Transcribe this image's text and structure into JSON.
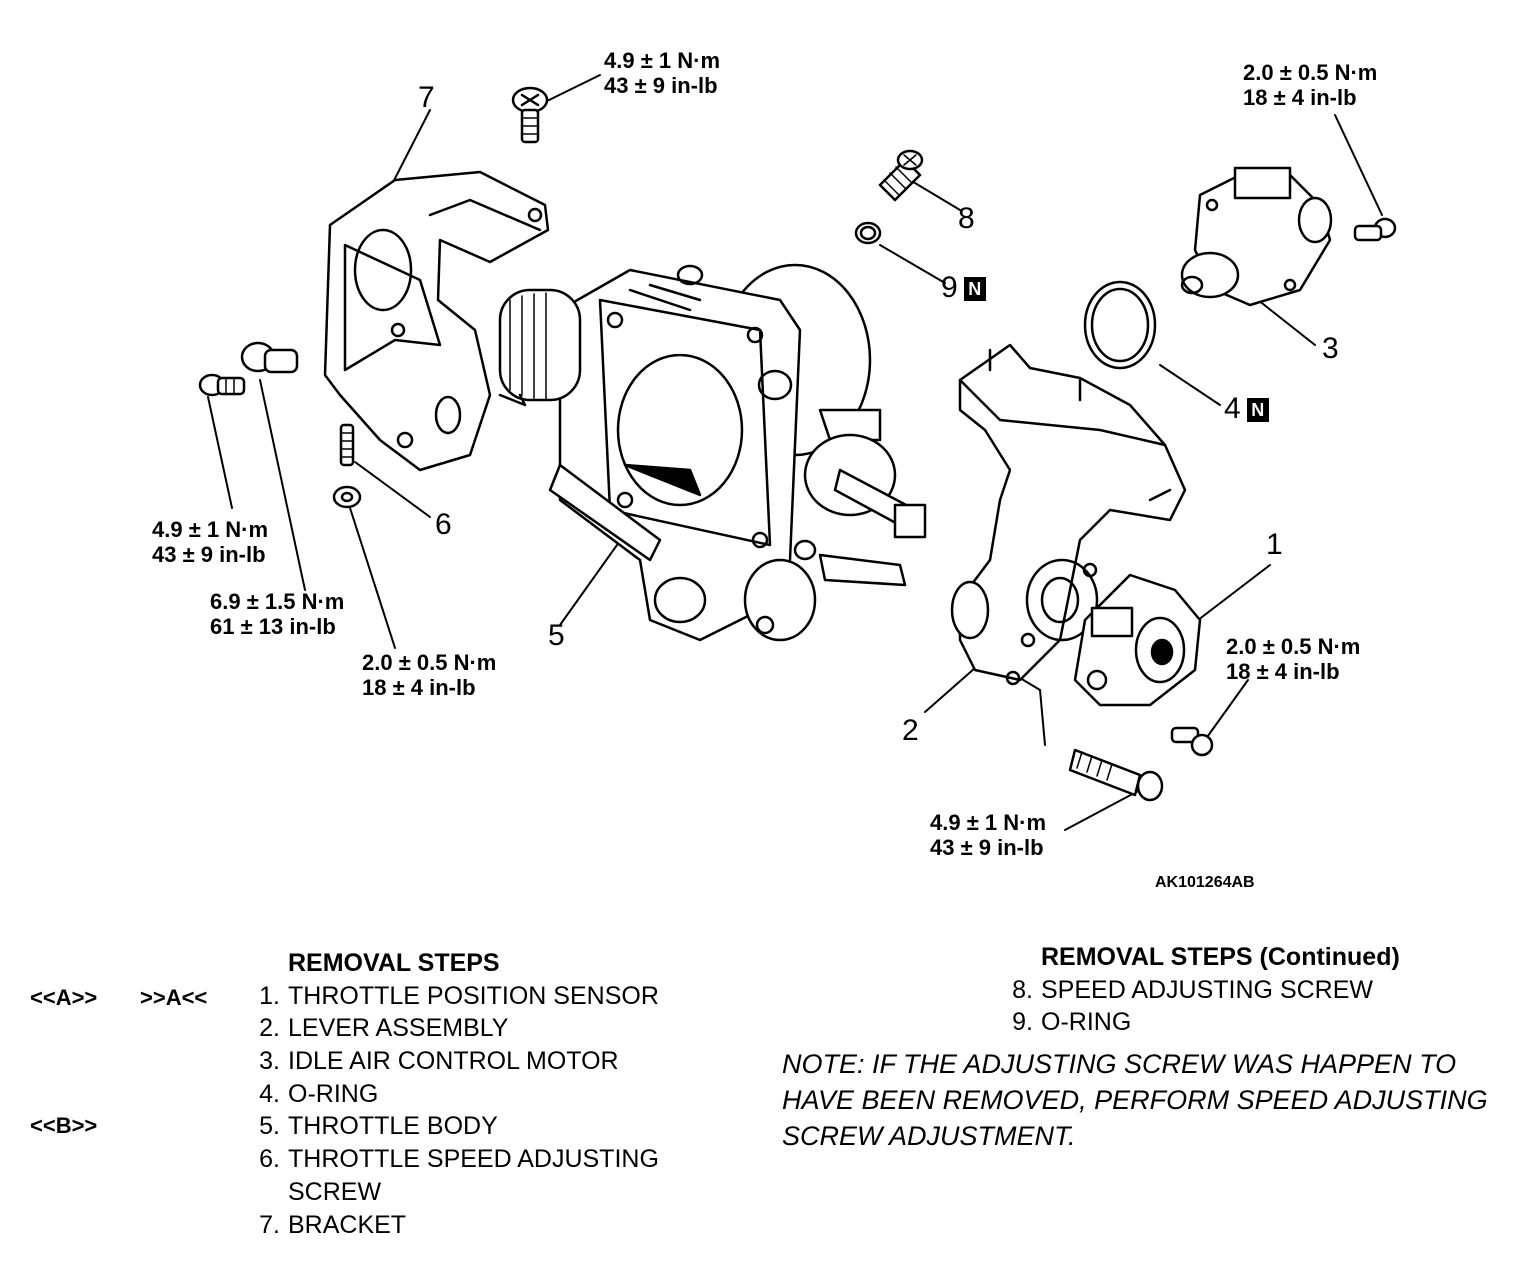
{
  "torque_labels": [
    {
      "nm": "4.9 ± 1 N·m",
      "inlb": "43 ± 9 in-lb"
    },
    {
      "nm": "2.0 ± 0.5 N·m",
      "inlb": "18 ± 4 in-lb"
    },
    {
      "nm": "4.9 ± 1 N·m",
      "inlb": "43 ± 9 in-lb"
    },
    {
      "nm": "6.9 ± 1.5 N·m",
      "inlb": "61 ± 13 in-lb"
    },
    {
      "nm": "2.0 ± 0.5 N·m",
      "inlb": "18 ± 4 in-lb"
    },
    {
      "nm": "2.0 ± 0.5 N·m",
      "inlb": "18 ± 4 in-lb"
    },
    {
      "nm": "4.9 ± 1 N·m",
      "inlb": "43 ± 9 in-lb"
    }
  ],
  "callouts": [
    "1",
    "2",
    "3",
    "4",
    "5",
    "6",
    "7",
    "8",
    "9"
  ],
  "new_part_badge": "N",
  "figure_code": "AK101264AB",
  "removal_steps": {
    "title": "REMOVAL STEPS",
    "refs": {
      "a_install": "<<A>>",
      "a_remove": ">>A<<",
      "b_install": "<<B>>"
    },
    "items": [
      {
        "num": "1.",
        "text": "THROTTLE POSITION SENSOR"
      },
      {
        "num": "2.",
        "text": "LEVER ASSEMBLY"
      },
      {
        "num": "3.",
        "text": "IDLE AIR CONTROL MOTOR"
      },
      {
        "num": "4.",
        "text": "O-RING"
      },
      {
        "num": "5.",
        "text": "THROTTLE BODY"
      },
      {
        "num": "6.",
        "text": "THROTTLE SPEED ADJUSTING"
      },
      {
        "num": "",
        "text": "SCREW"
      },
      {
        "num": "7.",
        "text": "BRACKET"
      }
    ]
  },
  "removal_steps_continued": {
    "title": "REMOVAL STEPS (Continued)",
    "items": [
      {
        "num": "8.",
        "text": "SPEED ADJUSTING SCREW"
      },
      {
        "num": "9.",
        "text": "O-RING"
      }
    ]
  },
  "note": "NOTE: IF THE ADJUSTING SCREW WAS HAPPEN TO HAVE BEEN REMOVED, PERFORM SPEED ADJUSTING SCREW ADJUSTMENT."
}
